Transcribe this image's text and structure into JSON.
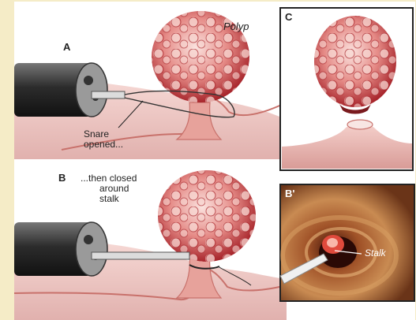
{
  "labels": {
    "panel_a": "A",
    "panel_b": "B",
    "panel_c": "C",
    "panel_b_prime": "B'",
    "polyp": "Polyp",
    "snare_opened_line1": "Snare",
    "snare_opened_line2": "opened...",
    "closed_line1": "...then closed",
    "closed_line2": "around",
    "closed_line3": "stalk",
    "stalk": "Stalk"
  },
  "colors": {
    "page_background": "#f5ecc7",
    "figure_background": "#ffffff",
    "tissue": "#e8a9a2",
    "tissue_dark": "#c8716b",
    "polyp": "#c9494b",
    "polyp_light": "#f3c9c4",
    "scope_dark": "#2b2b2b",
    "endoscopy_bg": "#5a2a12",
    "endoscopy_ring": "#b8703a"
  }
}
